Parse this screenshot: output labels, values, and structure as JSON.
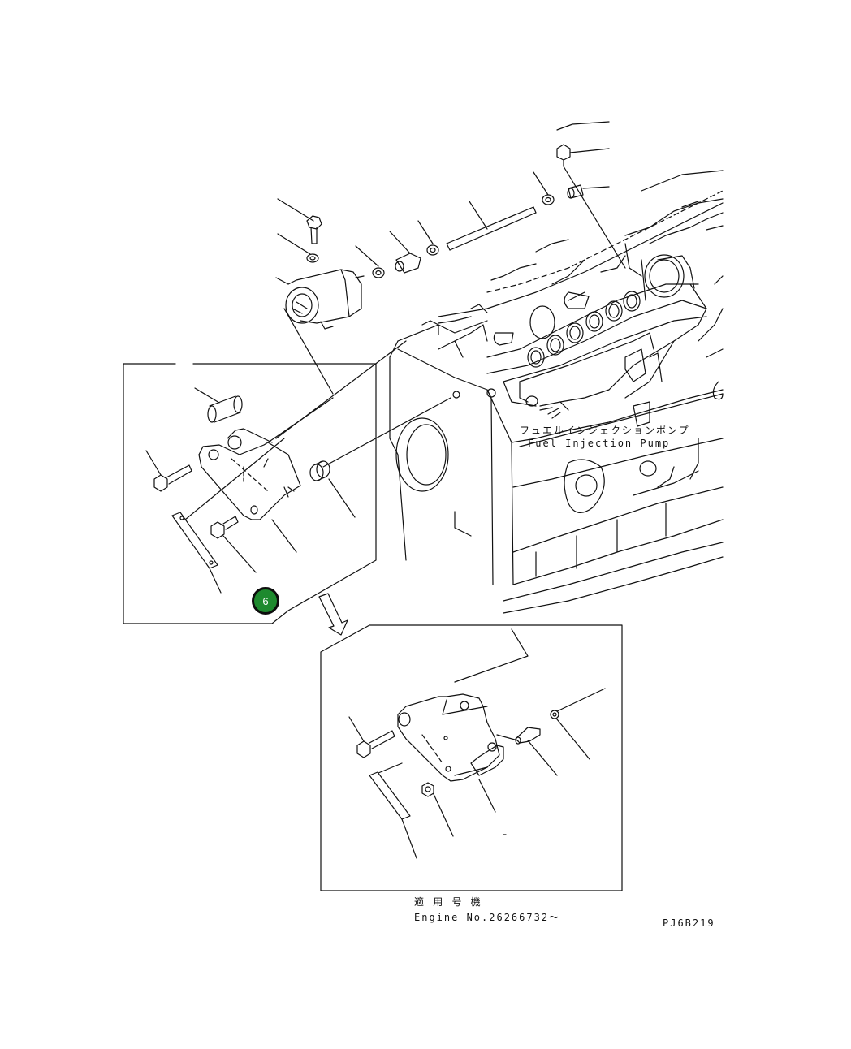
{
  "labels": {
    "pump_jp": "フュエルインジェクションポンプ",
    "pump_en": "Fuel Injection Pump",
    "applicable_jp": "適 用 号 機",
    "engine_no": "Engine No.26266732～",
    "drawing_code": "PJ6B219"
  },
  "callout": {
    "number": "6",
    "color": "#1e8a2e"
  }
}
